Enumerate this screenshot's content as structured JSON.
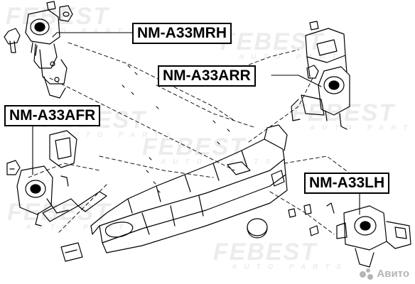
{
  "labels": {
    "mrh": "NM-A33MRH",
    "arr": "NM-A33ARR",
    "afr": "NM-A33AFR",
    "lh": "NM-A33LH"
  },
  "watermark": {
    "brand": "FEBEST",
    "tagline": "AUTO PARTS"
  },
  "corner_mark": "Авито",
  "colors": {
    "line": "#000000",
    "label_border": "#000000",
    "watermark": "#969696"
  }
}
